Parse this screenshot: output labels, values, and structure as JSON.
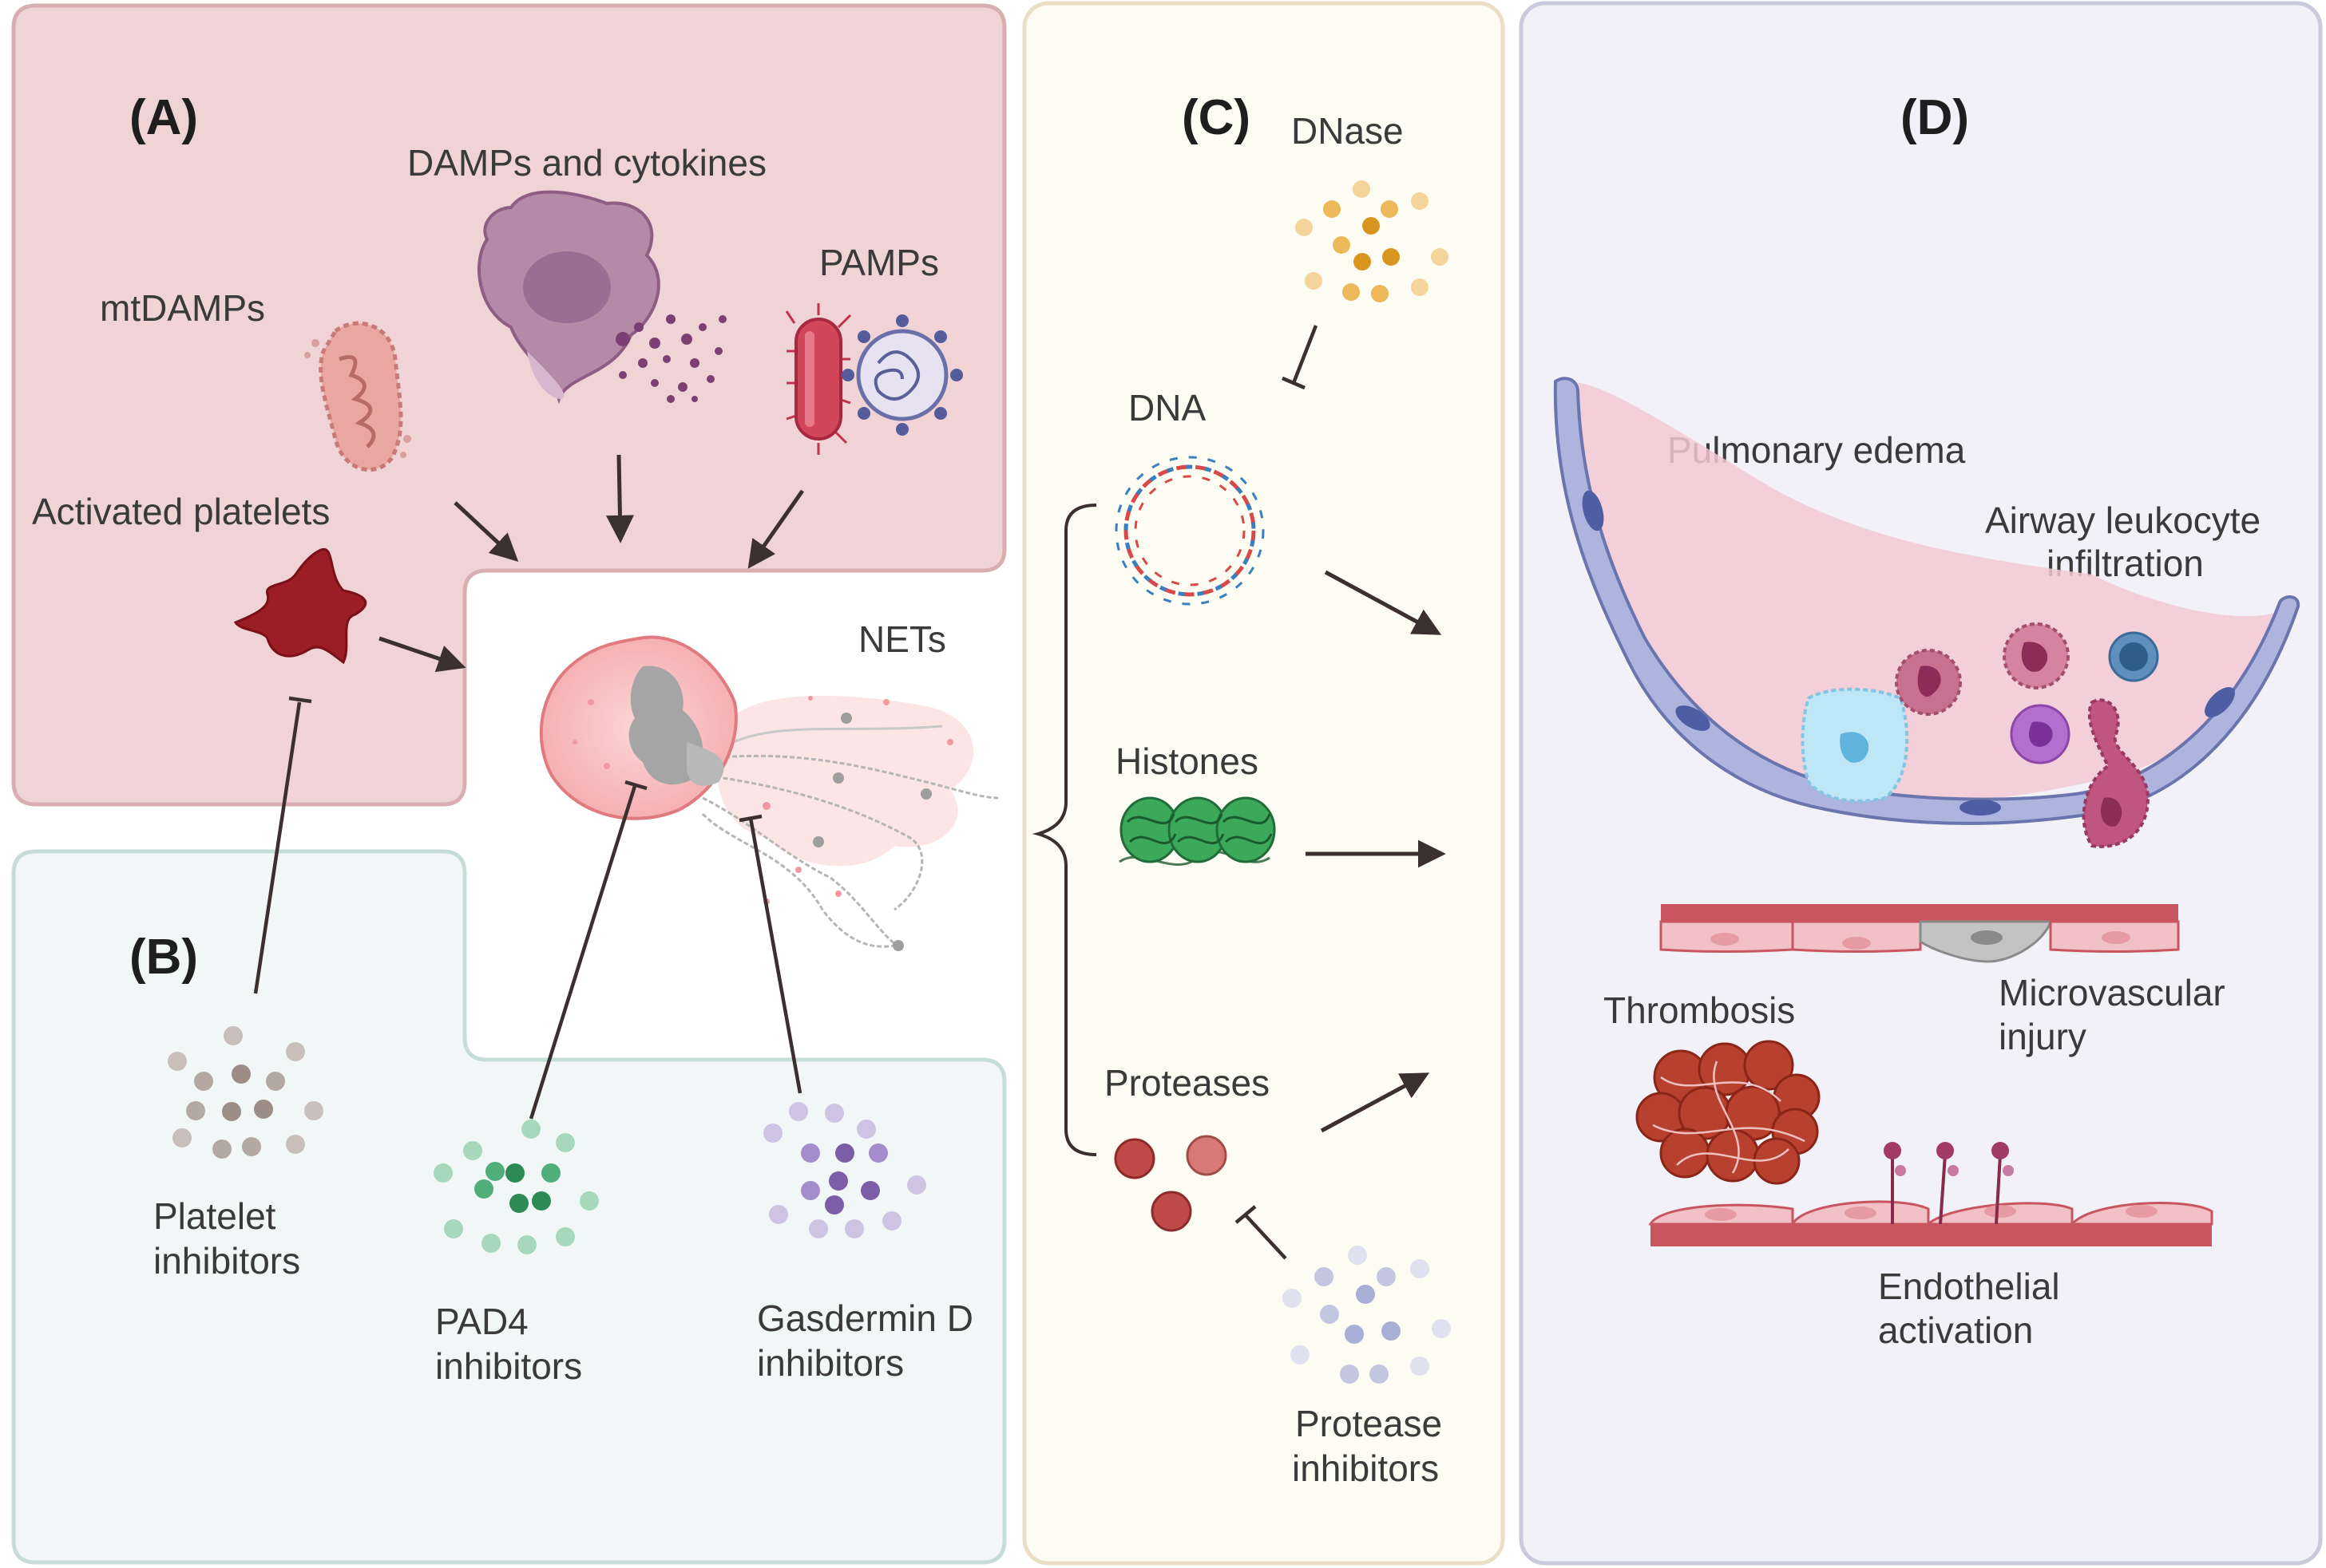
{
  "panels": {
    "a": {
      "label": "(A)",
      "damps": "DAMPs and cytokines",
      "mtdamps": "mtDAMPs",
      "pamps": "PAMPs",
      "platelets": "Activated platelets",
      "nets": "NETs"
    },
    "b": {
      "label": "(B)",
      "platelet_inhib_1": "Platelet",
      "platelet_inhib_2": "inhibitors",
      "pad4_1": "PAD4",
      "pad4_2": "inhibitors",
      "gsdmd_1": "Gasdermin D",
      "gsdmd_2": "inhibitors"
    },
    "c": {
      "label": "(C)",
      "dnase": "DNase",
      "dna": "DNA",
      "histones": "Histones",
      "proteases": "Proteases",
      "protease_inhib_1": "Protease",
      "protease_inhib_2": "inhibitors"
    },
    "d": {
      "label": "(D)",
      "edema": "Pulmonary edema",
      "airway_1": "Airway leukocyte",
      "airway_2": "infiltration",
      "thrombosis": "Thrombosis",
      "microvasc_1": "Microvascular",
      "microvasc_2": "injury",
      "endo_1": "Endothelial",
      "endo_2": "activation"
    }
  },
  "colors": {
    "panel_a_bg": "#efd3d5",
    "panel_a_border": "#d9aeb1",
    "panel_b_bg": "#f1f7f7",
    "panel_b_border": "#c6dcd9",
    "panel_c_bg": "#fdfcf2",
    "panel_c_border": "#eadfc6",
    "panel_d_bg": "#f1f1f7",
    "panel_d_border": "#c9cadb"
  }
}
